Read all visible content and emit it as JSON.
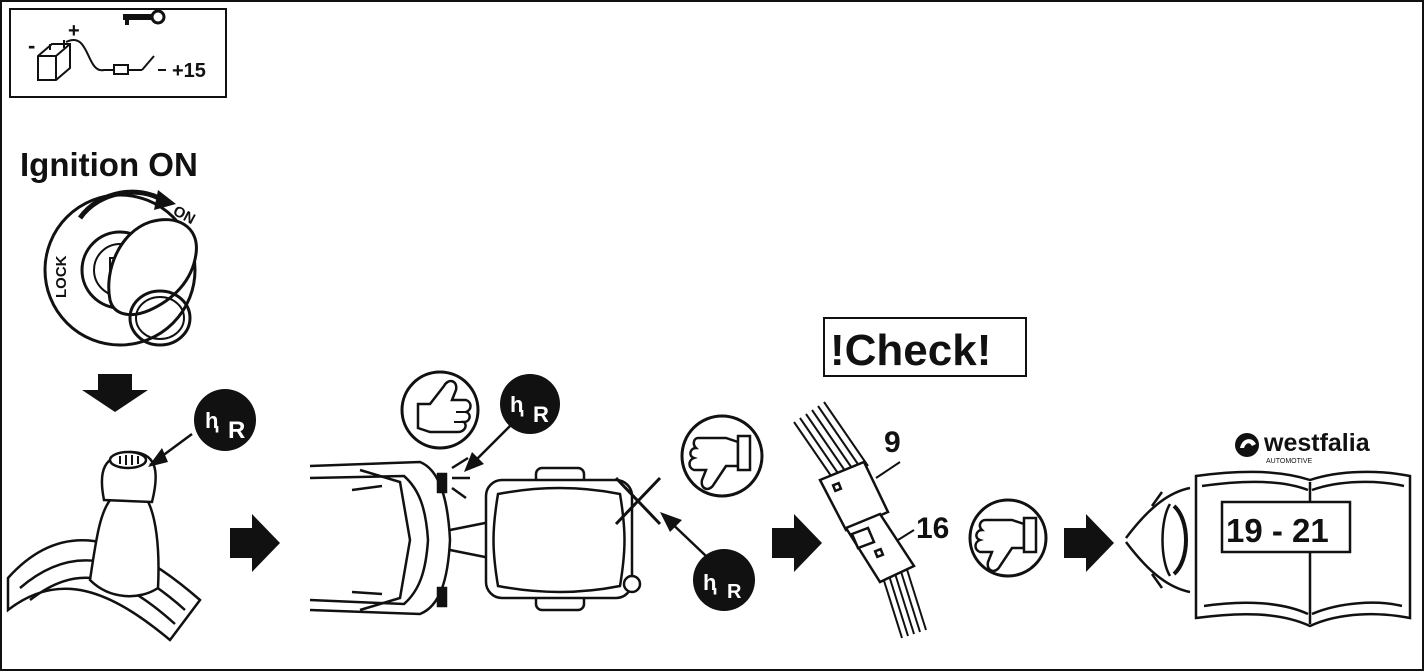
{
  "battery_box": {
    "minus_sign": "-",
    "plus_sign": "+",
    "terminal_label": "+15",
    "icons": [
      "battery-icon",
      "fuse-icon",
      "switch-icon",
      "key-icon"
    ]
  },
  "heading": "Ignition ON",
  "ignition_lock": {
    "lock_label": "LOCK",
    "on_label": "ON",
    "icons": [
      "ignition-cylinder-icon",
      "car-key-icon",
      "turn-arrow-icon"
    ]
  },
  "gear_badge": {
    "gear_glyph": "ⱨ",
    "reverse_letter": "R"
  },
  "check_label": "!Check!",
  "connectors": {
    "upper_number": "9",
    "lower_number": "16"
  },
  "manual": {
    "brand_name": "westfalia",
    "brand_sub": "AUTOMOTIVE",
    "page_range": "19 - 21"
  },
  "icons": {
    "thumbs_up": "thumbs-up-icon",
    "thumbs_down": "thumbs-down-icon",
    "arrow": "right-arrow-icon",
    "down_arrow": "down-arrow-icon",
    "eye": "eye-icon",
    "trailer": "trailer-icon",
    "car": "car-rear-icon",
    "gear_knob": "gear-shift-icon",
    "book": "manual-book-icon"
  }
}
